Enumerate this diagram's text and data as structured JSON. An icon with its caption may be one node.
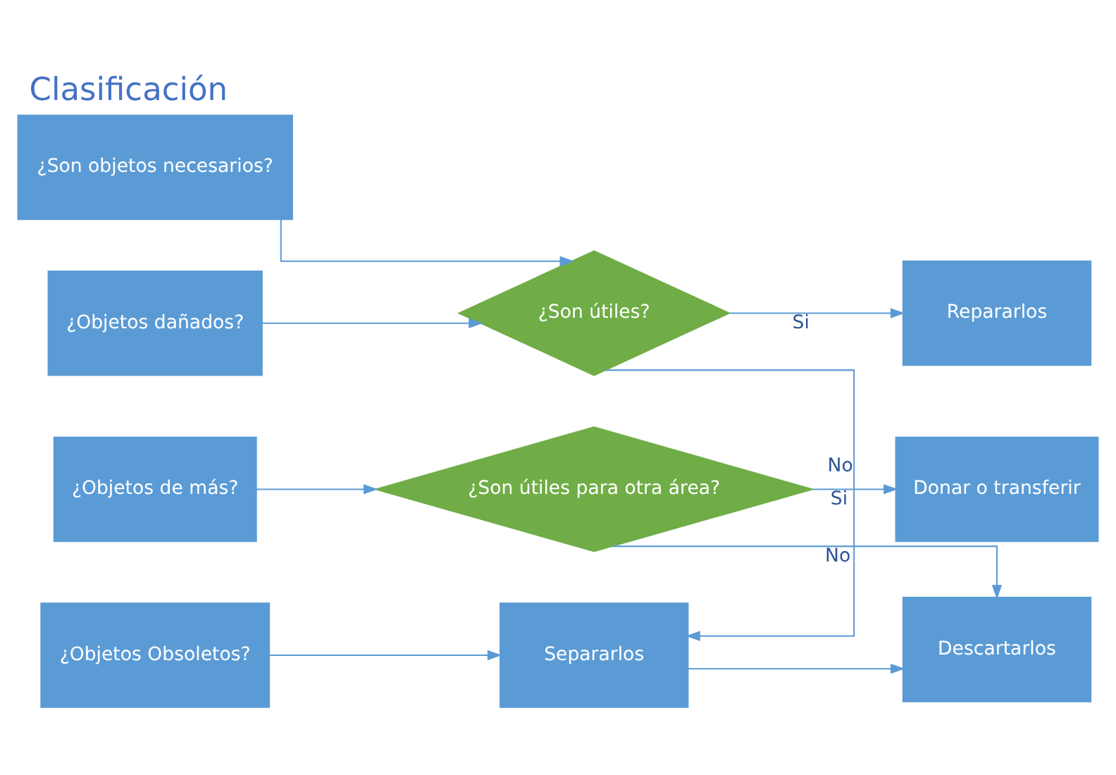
{
  "diagram": {
    "title": "Clasificación",
    "nodes": [
      {
        "text": [
          "¿Son objetos necesarios?"
        ]
      },
      {
        "text": [
          "¿Son útiles?"
        ]
      },
      {
        "text": [
          "Repararlos"
        ]
      },
      {
        "text": [
          "¿Objetos dañados?"
        ]
      },
      {
        "text": [
          "Separarlos"
        ]
      },
      {
        "text": [
          "Descartarlos"
        ]
      },
      {
        "text": [
          "¿Objetos Obsoletos?"
        ]
      },
      {
        "text": [
          "¿Objetos de más?"
        ]
      },
      {
        "text": [
          "¿Son útiles para otra área?"
        ]
      },
      {
        "text": [
          "Donar o transferir"
        ]
      }
    ],
    "edges": [
      {
        "from": 0,
        "to": 1,
        "arrow": "to"
      },
      {
        "from": 3,
        "to": 1,
        "arrow": "to"
      },
      {
        "from": 1,
        "to": 2,
        "label": "Si",
        "arrow": "to"
      },
      {
        "from": 1,
        "to": 4,
        "label": "No",
        "arrow": "to"
      },
      {
        "from": 4,
        "to": 5,
        "arrow": "to"
      },
      {
        "from": 6,
        "to": 4,
        "arrow": "to"
      },
      {
        "from": 7,
        "to": 8,
        "arrow": "to"
      },
      {
        "from": 8,
        "to": 5,
        "label": "No",
        "arrow": "to"
      },
      {
        "from": 8,
        "to": 9,
        "label": "Si",
        "arrow": "to"
      }
    ]
  }
}
